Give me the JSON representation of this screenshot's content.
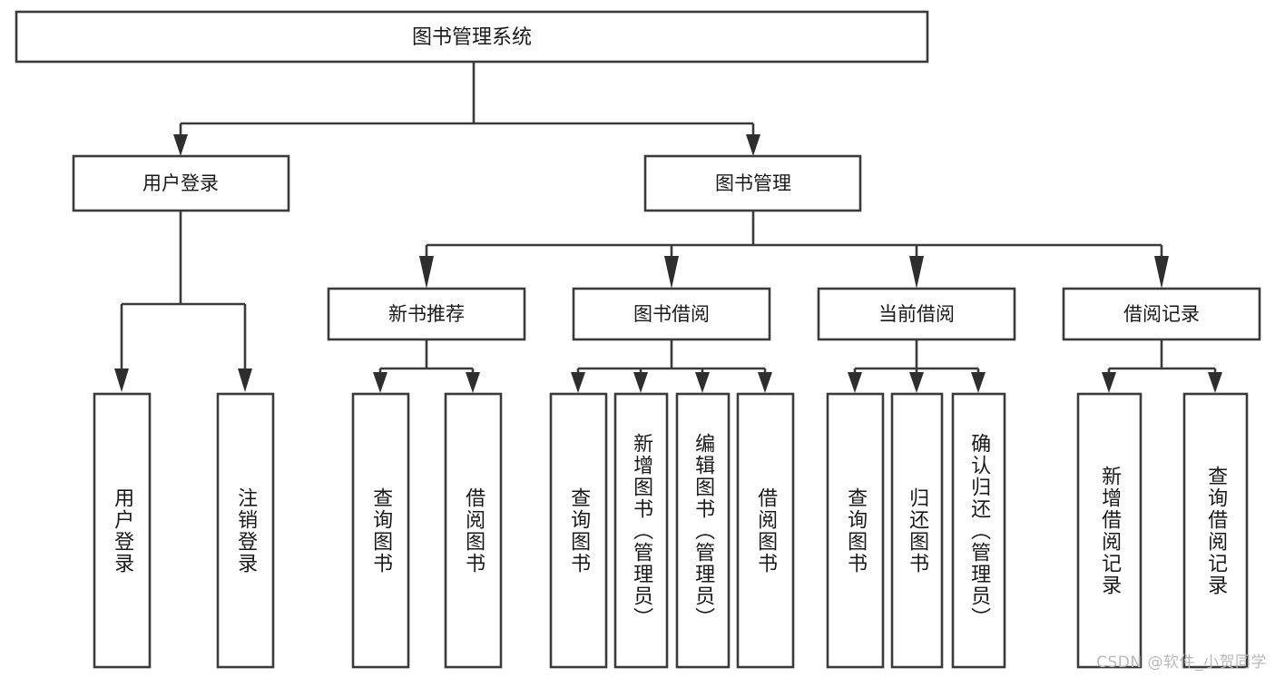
{
  "diagram": {
    "title": "图书管理系统",
    "type": "tree-hierarchy",
    "watermark": "CSDN @软件_小贺同学",
    "colors": {
      "box_stroke": "#3b3b3b",
      "box_fill": "#ffffff",
      "connector": "#3b3b3b",
      "text": "#1a1a1a",
      "background": "#ffffff",
      "watermark": "#b9b9b9"
    },
    "nodes": {
      "root": {
        "label": "图书管理系统"
      },
      "level2": [
        {
          "label": "用户登录"
        },
        {
          "label": "图书管理"
        }
      ],
      "level3": [
        {
          "label": "新书推荐"
        },
        {
          "label": "图书借阅"
        },
        {
          "label": "当前借阅"
        },
        {
          "label": "借阅记录"
        }
      ],
      "leaves": [
        {
          "label": "用户登录"
        },
        {
          "label": "注销登录"
        },
        {
          "label": "查询图书"
        },
        {
          "label": "借阅图书"
        },
        {
          "label": "查询图书"
        },
        {
          "label": "新增图书（管理员）"
        },
        {
          "label": "编辑图书（管理员）"
        },
        {
          "label": "借阅图书"
        },
        {
          "label": "查询图书"
        },
        {
          "label": "归还图书"
        },
        {
          "label": "确认归还（管理员）"
        },
        {
          "label": "新增借阅记录"
        },
        {
          "label": "查询借阅记录"
        }
      ]
    },
    "edges": [
      {
        "from": "图书管理系统",
        "to": "用户登录"
      },
      {
        "from": "图书管理系统",
        "to": "图书管理"
      },
      {
        "from": "用户登录",
        "to": "用户登录"
      },
      {
        "from": "用户登录",
        "to": "注销登录"
      },
      {
        "from": "图书管理",
        "to": "新书推荐"
      },
      {
        "from": "图书管理",
        "to": "图书借阅"
      },
      {
        "from": "图书管理",
        "to": "当前借阅"
      },
      {
        "from": "图书管理",
        "to": "借阅记录"
      },
      {
        "from": "新书推荐",
        "to": "查询图书"
      },
      {
        "from": "新书推荐",
        "to": "借阅图书"
      },
      {
        "from": "图书借阅",
        "to": "查询图书"
      },
      {
        "from": "图书借阅",
        "to": "新增图书（管理员）"
      },
      {
        "from": "图书借阅",
        "to": "编辑图书（管理员）"
      },
      {
        "from": "图书借阅",
        "to": "借阅图书"
      },
      {
        "from": "当前借阅",
        "to": "查询图书"
      },
      {
        "from": "当前借阅",
        "to": "归还图书"
      },
      {
        "from": "当前借阅",
        "to": "确认归还（管理员）"
      },
      {
        "from": "借阅记录",
        "to": "新增借阅记录"
      },
      {
        "from": "借阅记录",
        "to": "查询借阅记录"
      }
    ]
  }
}
